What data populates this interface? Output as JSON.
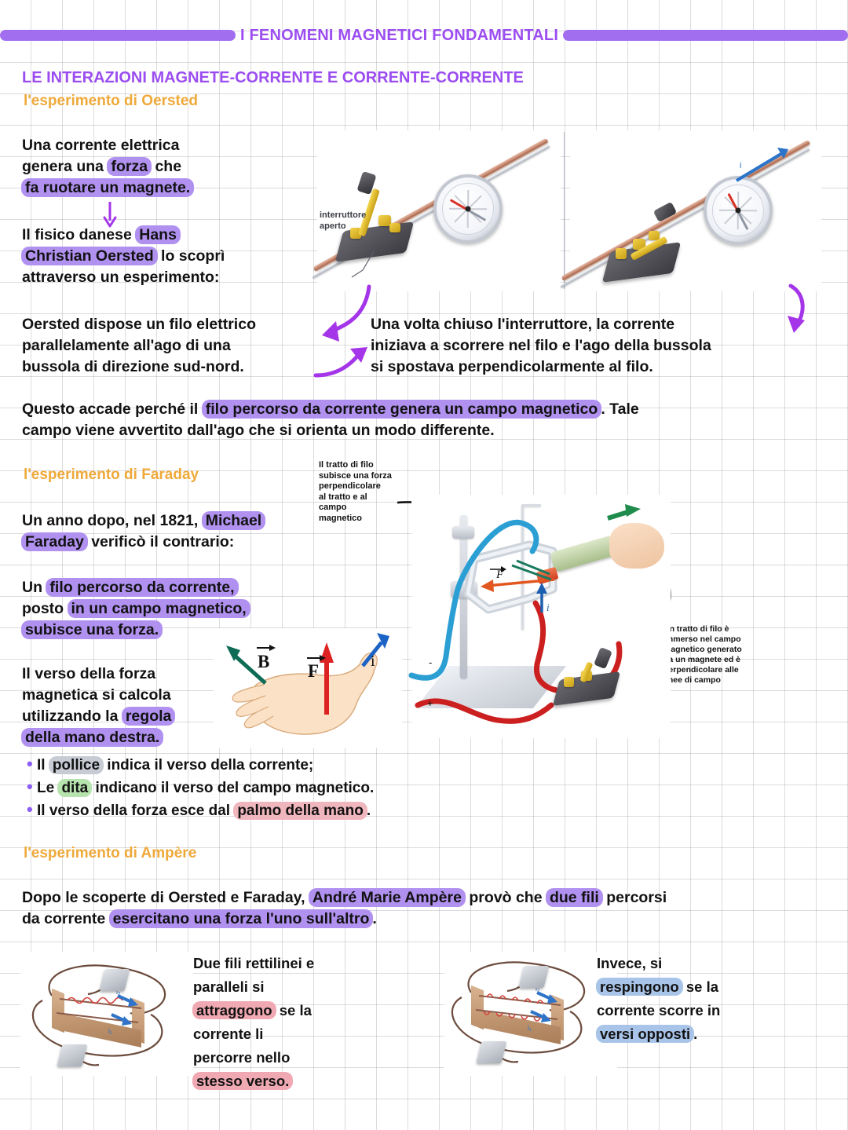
{
  "header": {
    "title": "I FENOMENI MAGNETICI FONDAMENTALI"
  },
  "sections": {
    "main_title": "LE INTERAZIONI MAGNETE-CORRENTE E CORRENTE-CORRENTE",
    "oersted_sub": "l'esperimento di Oersted",
    "faraday_sub": "l'esperimento di Faraday",
    "ampere_sub": "l'esperimento di Ampère"
  },
  "oersted": {
    "block1": {
      "l1a": "Una corrente elettrica",
      "l2a": "genera una ",
      "l2hl": "forza",
      "l2b": " che",
      "l3hl": "fa ruotare un magnete."
    },
    "block2": {
      "l1a": "Il fisico danese ",
      "l1hl": "Hans",
      "l2hl": "Christian Oersted",
      "l2b": " lo scoprì",
      "l3": "attraverso un esperimento:"
    },
    "left_para": [
      "Oersted dispose un filo elettrico",
      "parallelamente all'ago di una",
      "bussola di direzione sud-nord."
    ],
    "right_para": [
      "Una volta chiuso l'interruttore, la corrente",
      "iniziava a scorrere nel filo e l'ago della bussola",
      "si spostava perpendicolarmente al filo."
    ],
    "conclusion": {
      "a": "Questo accade perché il ",
      "hl": "filo percorso da corrente genera un campo magnetico",
      "b": ". Tale",
      "l2": "campo viene avvertito dall'ago che si orienta un modo differente."
    },
    "img_label_1": "interruttore\naperto"
  },
  "faraday": {
    "intro": {
      "l1a": "Un anno dopo, nel 1821, ",
      "l1hl": "Michael",
      "l2hl": "Faraday",
      "l2b": " verificò il contrario:"
    },
    "statement": {
      "l1a": "Un ",
      "l1hl": "filo percorso da corrente,",
      "l2a": "posto ",
      "l2hl": "in un campo magnetico,",
      "l3hl": "subisce una forza."
    },
    "rule": {
      "l1": "Il verso della forza",
      "l2": "magnetica si calcola",
      "l3a": "utilizzando la ",
      "l3hl": "regola",
      "l4hl": "della mano destra."
    },
    "bullets": [
      {
        "a": "Il ",
        "hl": "pollice",
        "b": " indica il verso della corrente;",
        "hlclass": "hl-gy"
      },
      {
        "a": "Le ",
        "hl": "dita",
        "b": " indicano il verso del campo magnetico.",
        "hlclass": "hl-gr"
      },
      {
        "a": "Il verso della forza esce dal ",
        "hl": "palmo della mano",
        "b": ".",
        "hlclass": "hl-pkl"
      }
    ],
    "note_left": "Il tratto di filo\nsubisce una forza\nperpendicolare\nal tratto e al\ncampo\nmagnetico",
    "note_right": "Un tratto di filo è\nimmerso nel campo\nmagnetico generato\nda un magnete ed è\nperpendicolare alle\nlinee di campo",
    "vectors": {
      "B": "B",
      "F": "F",
      "i": "i"
    }
  },
  "ampere": {
    "para": {
      "l1a": "Dopo le scoperte di Oersted e Faraday, ",
      "l1hl": "André Marie Ampère",
      "l1b": " provò che ",
      "l1hl2": "due fili",
      "l1c": " percorsi",
      "l2a": "da corrente ",
      "l2hl": "esercitano una forza l'uno sull'altro",
      "l2b": "."
    },
    "left_caption": {
      "l1": "Due fili rettilinei e",
      "l2": "paralleli si",
      "l3hl": "attraggono",
      "l3b": " se la",
      "l4": "corrente li",
      "l5": "percorre nello",
      "l6hl": "stesso verso."
    },
    "right_caption": {
      "l1": "Invece, si",
      "l2hl": "respingono",
      "l2b": " se la",
      "l3": "corrente scorre in",
      "l4hl": "versi opposti",
      "l4b": "."
    },
    "labels": {
      "i1": "i₁",
      "i2": "i₂"
    }
  },
  "colors": {
    "purple_title": "#9b4df0",
    "purple_bar": "#a26ef0",
    "orange_sub": "#efa93a",
    "hl_purple": "#b191f0",
    "hl_pink": "#f0a9b2",
    "hl_blue": "#a8c4e8",
    "hl_green": "#b6e3ae",
    "arrow_purple": "#a435e8",
    "vector_B": "#0e6b56",
    "vector_F": "#dd2222",
    "vector_i": "#1b63c4"
  }
}
